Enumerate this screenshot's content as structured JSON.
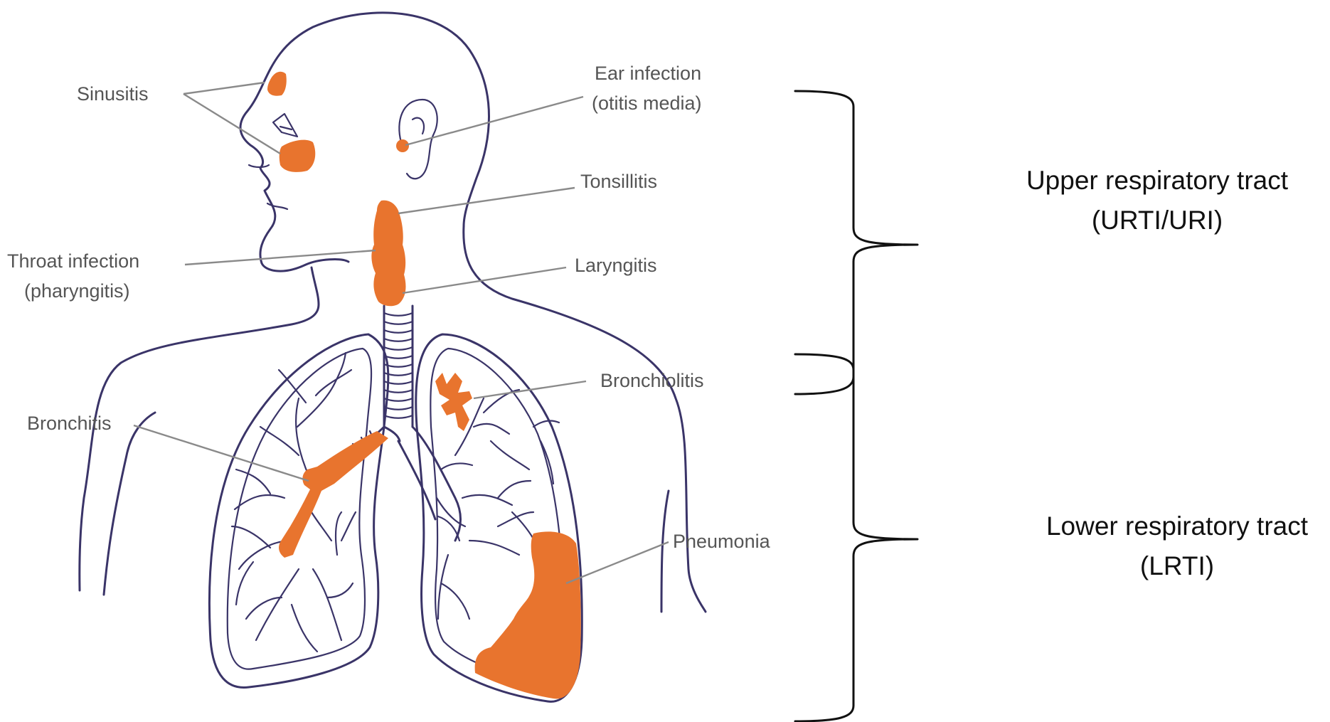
{
  "colors": {
    "infection": "#e8742e",
    "outline": "#3a3468",
    "leader": "#8a8a8a",
    "label_text": "#555555",
    "section_text": "#111111",
    "background": "#ffffff"
  },
  "labels": {
    "sinusitis": "Sinusitis",
    "ear_infection_line1": "Ear infection",
    "ear_infection_line2": "(otitis media)",
    "tonsillitis": "Tonsillitis",
    "throat_infection_line1": "Throat infection",
    "throat_infection_line2": "(pharyngitis)",
    "laryngitis": "Laryngitis",
    "bronchiolitis": "Bronchiolitis",
    "bronchitis": "Bronchitis",
    "pneumonia": "Pneumonia"
  },
  "sections": {
    "upper_line1": "Upper respiratory tract",
    "upper_line2": "(URTI/URI)",
    "lower_line1": "Lower respiratory tract",
    "lower_line2": "(LRTI)"
  }
}
